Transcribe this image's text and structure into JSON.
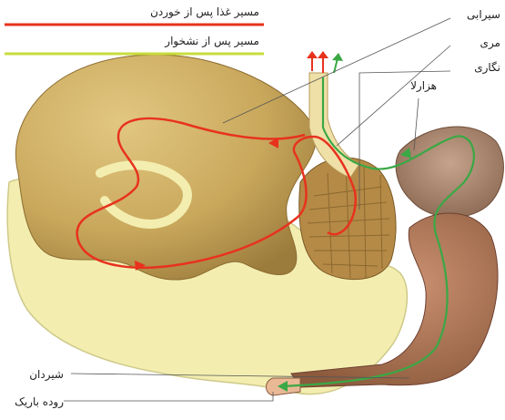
{
  "legend": {
    "items": [
      {
        "text": "مسیر غذا پس از خوردن",
        "color": "#e8321e"
      },
      {
        "text": "مسیر پس از نشخوار",
        "color": "#c8dc3c"
      }
    ]
  },
  "labels": {
    "rumen": "سیرابی",
    "esophagus": "مری",
    "reticulum": "نگاری",
    "omasum": "هزارلا",
    "abomasum": "شیردان",
    "small_intestine": "روده باریک"
  },
  "colors": {
    "before_chewing_path": "#e8321e",
    "after_chewing_path": "#3aa845",
    "rumen_fill": "#c9a85c",
    "abomasum_fill": "#b07a55",
    "omasum_fill": "#b08c72",
    "cross_section": "#f3eeb0"
  }
}
